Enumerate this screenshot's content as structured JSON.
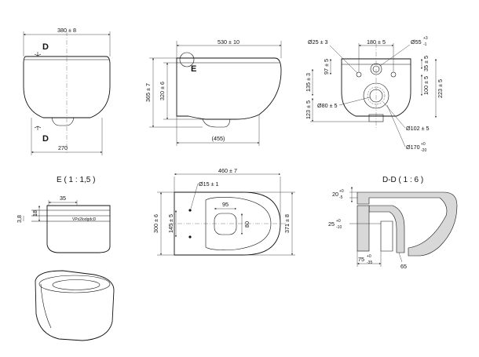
{
  "views": {
    "front": {
      "width_top": "380 ± 8",
      "width_bottom": "270",
      "section_mark": "D"
    },
    "side": {
      "length": "530 ± 10",
      "height": "365 ± 7",
      "height_inner": "320 ± 6",
      "base_length": "(455)",
      "detail_mark": "E"
    },
    "rear": {
      "d_hole_small": "Ø25 ± 3",
      "hole_spacing": "180 ± 5",
      "d_hole_big": "Ø55",
      "d_hole_big_tol_plus": "+3",
      "d_hole_big_tol_minus": "-1",
      "dim_97": "97 ± 5",
      "dim_35": "35 ± 5",
      "dim_135": "135 ± 3",
      "dim_100": "100 ± 5",
      "dim_223": "223 ± 5",
      "dim_123": "123 ± 5",
      "d_80": "Ø80 ± 5",
      "d_102": "Ø102 ± 5",
      "d_170": "Ø170",
      "d_170_tol_plus": "+0",
      "d_170_tol_minus": "-20"
    },
    "detail_e": {
      "title": "E ( 1 : 1,5 )",
      "dim_35": "35",
      "dim_18": "18",
      "dim_3_8": "3,8",
      "stamp_text": "VPx2lodgdcD"
    },
    "top": {
      "length": "460 ± 7",
      "d_15": "Ø15 ± 1",
      "dim_95": "95",
      "dim_80": "80",
      "dim_300": "300 ± 6",
      "dim_145": "145 ± 5",
      "dim_371": "371 ± 8"
    },
    "section_dd": {
      "title": "D-D ( 1 : 6 )",
      "dim_20": "20",
      "dim_20_tol_plus": "+0",
      "dim_20_tol_minus": "-5",
      "dim_25": "25",
      "dim_25_tol_plus": "+0",
      "dim_25_tol_minus": "-10",
      "dim_75": "75",
      "dim_75_tol_plus": "+0",
      "dim_75_tol_minus": "-35",
      "dim_65": "65"
    }
  }
}
